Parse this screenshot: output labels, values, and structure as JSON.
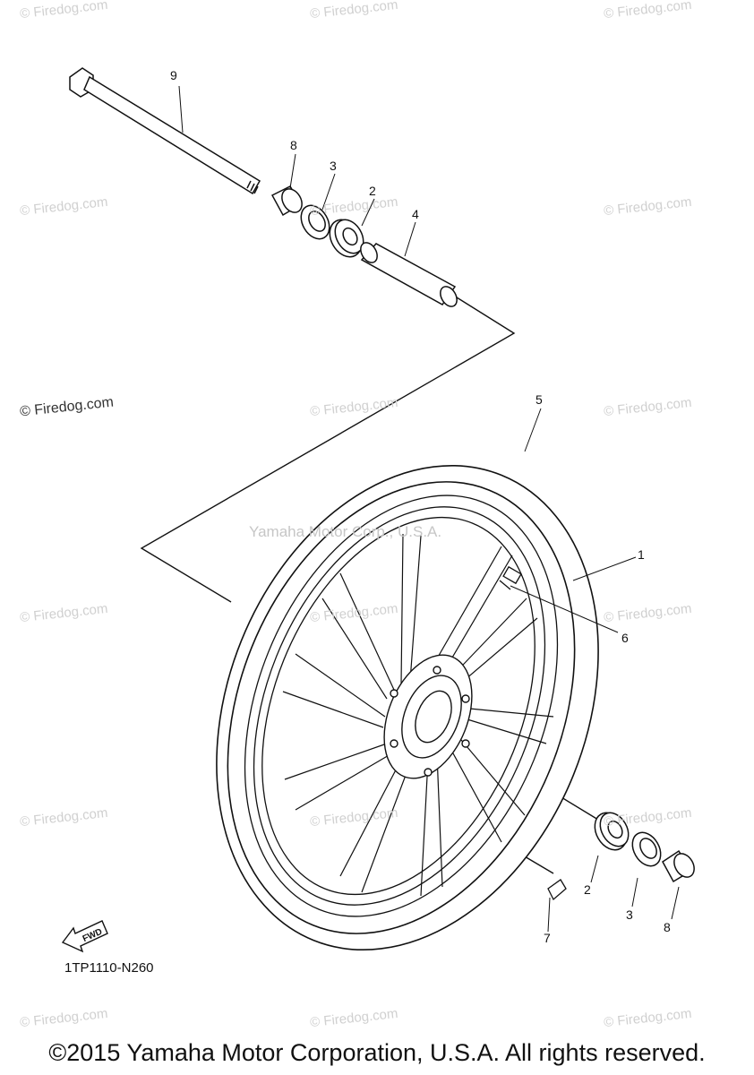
{
  "watermarks": {
    "firedog": "© Firedog.com",
    "center": "Yamaha Motor Corp., U.S.A."
  },
  "callouts": {
    "p9": "9",
    "p8_top": "8",
    "p3_top": "3",
    "p2_top": "2",
    "p4": "4",
    "p5": "5",
    "p1": "1",
    "p6": "6",
    "p2_bottom": "2",
    "p3_bottom": "3",
    "p8_bottom": "8",
    "p7": "7"
  },
  "fwd_label": "FWD",
  "part_code": "1TP1110-N260",
  "copyright": "©2015 Yamaha Motor Corporation, U.S.A. All rights reserved."
}
